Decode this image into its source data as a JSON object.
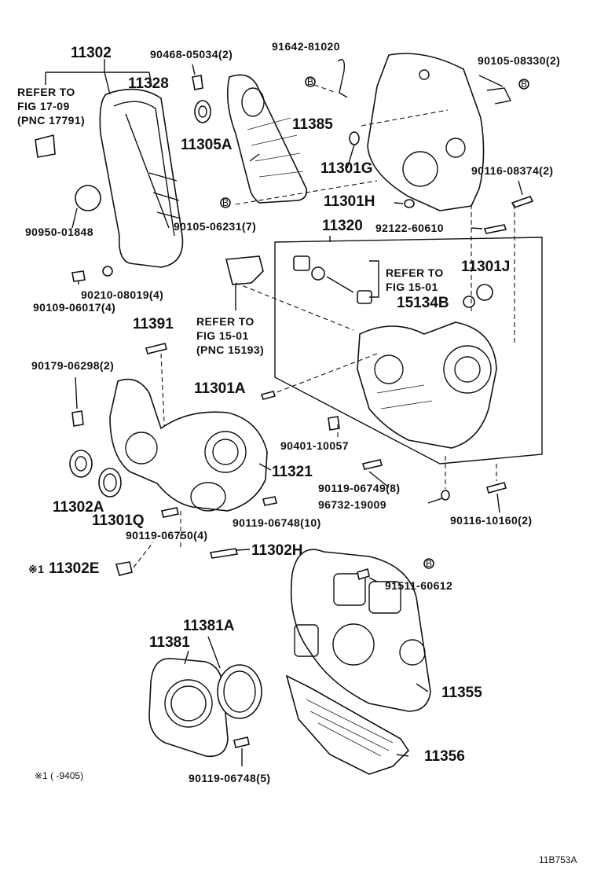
{
  "labels": {
    "p11302": "11302",
    "p90468": "90468-05034(2)",
    "p91642": "91642-81020",
    "p90105a": "90105-08330(2)",
    "refer1_l1": "REFER TO",
    "refer1_l2": "FIG 17-09",
    "refer1_l3": "(PNC 17791)",
    "p11328": "11328",
    "p11305A": "11305A",
    "p11385": "11385",
    "p11301G": "11301G",
    "p90116a": "90116-08374(2)",
    "p11301H": "11301H",
    "p90950": "90950-01848",
    "p90105b": "90105-06231(7)",
    "p11320": "11320",
    "p92122": "92122-60610",
    "refer2_l1": "REFER TO",
    "refer2_l2": "FIG 15-01",
    "p11301J": "11301J",
    "p15134B": "15134B",
    "p90210": "90210-08019(4)",
    "p90109": "90109-06017(4)",
    "p11391": "11391",
    "refer3_l1": "REFER TO",
    "refer3_l2": "FIG 15-01",
    "refer3_l3": "(PNC 15193)",
    "p90179": "90179-06298(2)",
    "p11301A": "11301A",
    "p90401": "90401-10057",
    "p11321": "11321",
    "p90119a": "90119-06749(8)",
    "p96732": "96732-19009",
    "p90116b": "90116-10160(2)",
    "p11302A": "11302A",
    "p11301Q": "11301Q",
    "p90119b": "90119-06748(10)",
    "p90119c": "90119-06750(4)",
    "p11302H": "11302H",
    "p11302E": "11302E",
    "note_mark": "※1",
    "p91511": "91511-60612",
    "p11381A": "11381A",
    "p11381": "11381",
    "p11355": "11355",
    "p11356": "11356",
    "p90119d": "90119-06748(5)",
    "footnote": "※1 (     -9405)",
    "diagram_code": "11B753A"
  },
  "markers": {
    "b": "B"
  }
}
